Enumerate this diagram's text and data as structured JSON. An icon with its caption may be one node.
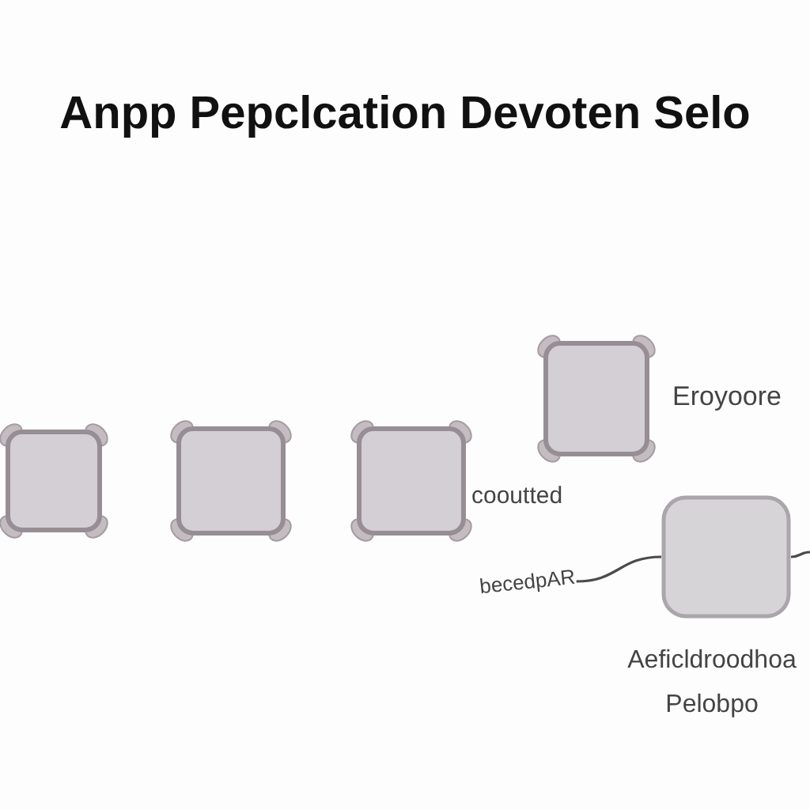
{
  "diagram": {
    "title": "Anpp Pepclcation Devoten Selo",
    "nodes": [
      {
        "text": [],
        "shape": "box"
      },
      {
        "text": [],
        "shape": "box"
      },
      {
        "text": [],
        "shape": "box",
        "beside": [
          "cooutted"
        ]
      },
      {
        "text": [],
        "shape": "box",
        "beside": [
          "Eroyoore"
        ]
      },
      {
        "text": [],
        "shape": "box",
        "beside": [
          "Aeficldroodhoa Pelobpo"
        ]
      },
      {
        "text": [
          "becedpAR"
        ]
      }
    ],
    "edges": [
      {
        "from": 5,
        "to": 4,
        "arrow": "none"
      },
      {
        "from": 4,
        "to": null,
        "arrow": "none"
      }
    ]
  }
}
